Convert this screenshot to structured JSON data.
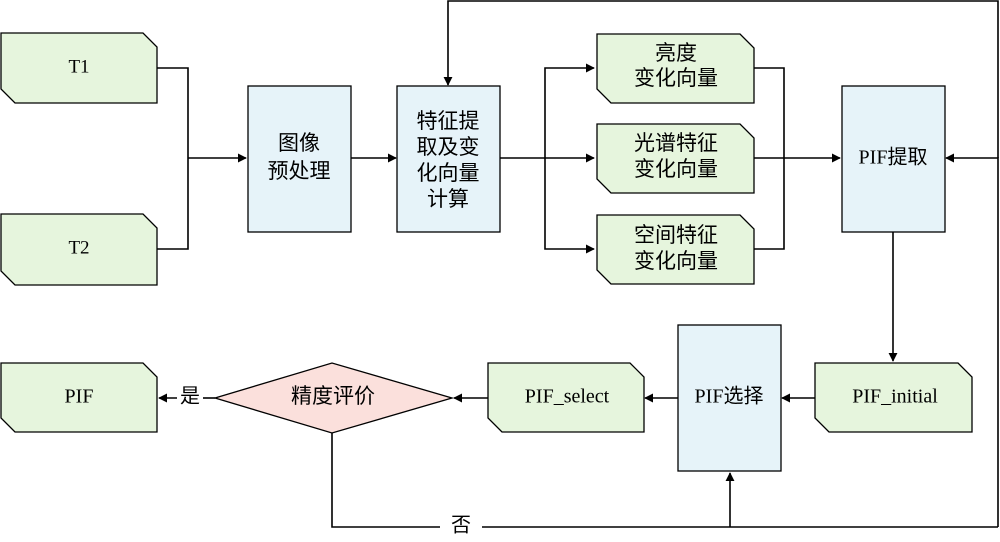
{
  "colors": {
    "green_fill": "#e6f5dd",
    "blue_fill": "#e6f3f9",
    "pink_fill": "#fbe0dc",
    "stroke": "#000000"
  },
  "nodes": {
    "t1": "T1",
    "t2": "T2",
    "preprocess": [
      "图像",
      "预处理"
    ],
    "feature_extract": [
      "特征提",
      "取及变",
      "化向量",
      "计算"
    ],
    "brightness_vector": [
      "亮度",
      "变化向量"
    ],
    "spectral_vector": [
      "光谱特征",
      "变化向量"
    ],
    "spatial_vector": [
      "空间特征",
      "变化向量"
    ],
    "pif_extract": "PIF提取",
    "pif_initial": "PIF_initial",
    "pif_select_box": "PIF选择",
    "pif_select": "PIF_select",
    "accuracy_eval": "精度评价",
    "pif_output": "PIF"
  },
  "edge_labels": {
    "yes": "是",
    "no": "否"
  }
}
